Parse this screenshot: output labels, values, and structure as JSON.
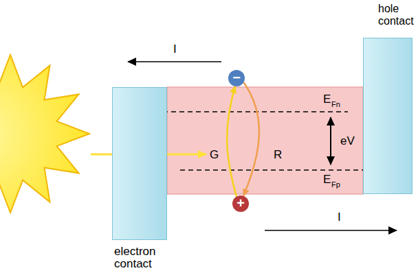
{
  "diagram": {
    "nodes": [
      {
        "text": [
          "electron contact"
        ]
      },
      {
        "text": [
          "hole contact"
        ]
      },
      {
        "text": [
          "−"
        ]
      },
      {
        "text": [
          "+"
        ]
      }
    ],
    "edges": [
      {
        "from": 3,
        "to": 2,
        "arrow": "to"
      },
      {
        "from": 2,
        "to": 3,
        "arrow": "to"
      }
    ],
    "labels": [
      "I",
      "G",
      "R",
      "E",
      "Fn",
      "eV",
      "E",
      "Fp",
      "I"
    ]
  }
}
